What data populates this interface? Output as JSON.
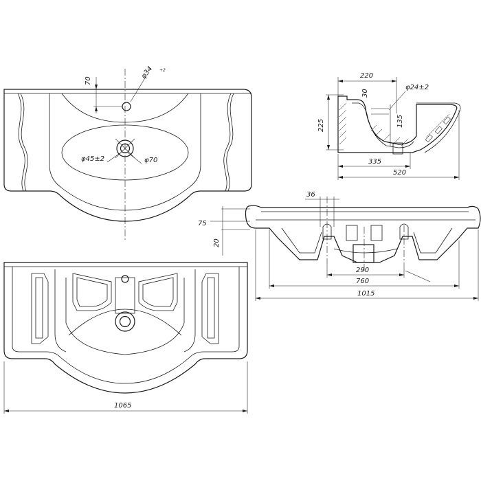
{
  "dimensions": {
    "top_view": {
      "hole_offset": "70",
      "tap_hole": "φ34",
      "tap_hole_tol": "+2",
      "drain_hole": "φ45±2",
      "drain_outer": "φ70"
    },
    "side_section": {
      "width_top": "220",
      "overflow_offset": "30",
      "overflow_hole": "φ24±2",
      "height": "225",
      "inner_depth": "135",
      "bowl_depth": "335",
      "depth_total": "520"
    },
    "front_view": {
      "side_spacing": "36",
      "rim_height": "75",
      "rim_thickness": "20",
      "drain_span": "290",
      "inner_width": "760",
      "outer_width": "1015"
    },
    "bottom_view": {
      "total_width": "1065"
    }
  }
}
